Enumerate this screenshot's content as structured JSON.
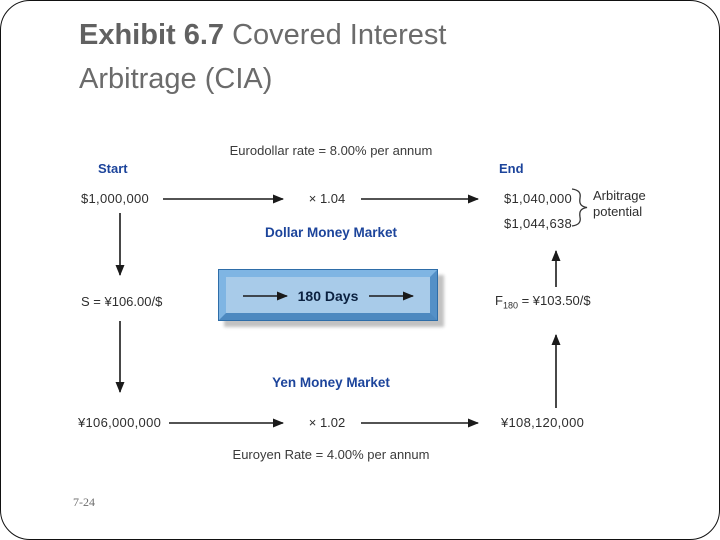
{
  "title": {
    "exhibit": "Exhibit 6.7",
    "line1_rest": " Covered Interest",
    "line2": "Arbitrage (CIA)"
  },
  "diagram": {
    "eurodollar_rate": "Eurodollar rate = 8.00% per annum",
    "start_label": "Start",
    "end_label": "End",
    "start_amount": "$1,000,000",
    "dollar_multiplier": "× 1.04",
    "end_amount": "$1,040,000",
    "end_amount_potential": "$1,044,638",
    "arbitrage_line1": "Arbitrage",
    "arbitrage_line2": "potential",
    "dollar_market_label": "Dollar Money Market",
    "spot_rate": "S = ¥106.00/$",
    "box_label": "180 Days",
    "forward_prefix": "F",
    "forward_sub": "180",
    "forward_rest": " = ¥103.50/$",
    "yen_market_label": "Yen Money Market",
    "yen_start_amount": "¥106,000,000",
    "yen_multiplier": "× 1.02",
    "yen_end_amount": "¥108,120,000",
    "euroyen_rate": "Euroyen Rate = 4.00% per annum"
  },
  "footer": {
    "slide_number": "7-24"
  },
  "colors": {
    "accent_blue": "#1c449b",
    "title_gray": "#6b6b6b",
    "box_fill": "#a8cbe9",
    "box_bevel_light": "#7fb5e3",
    "box_bevel_dark": "#5490c7",
    "arrow_black": "#1a1a1a"
  }
}
